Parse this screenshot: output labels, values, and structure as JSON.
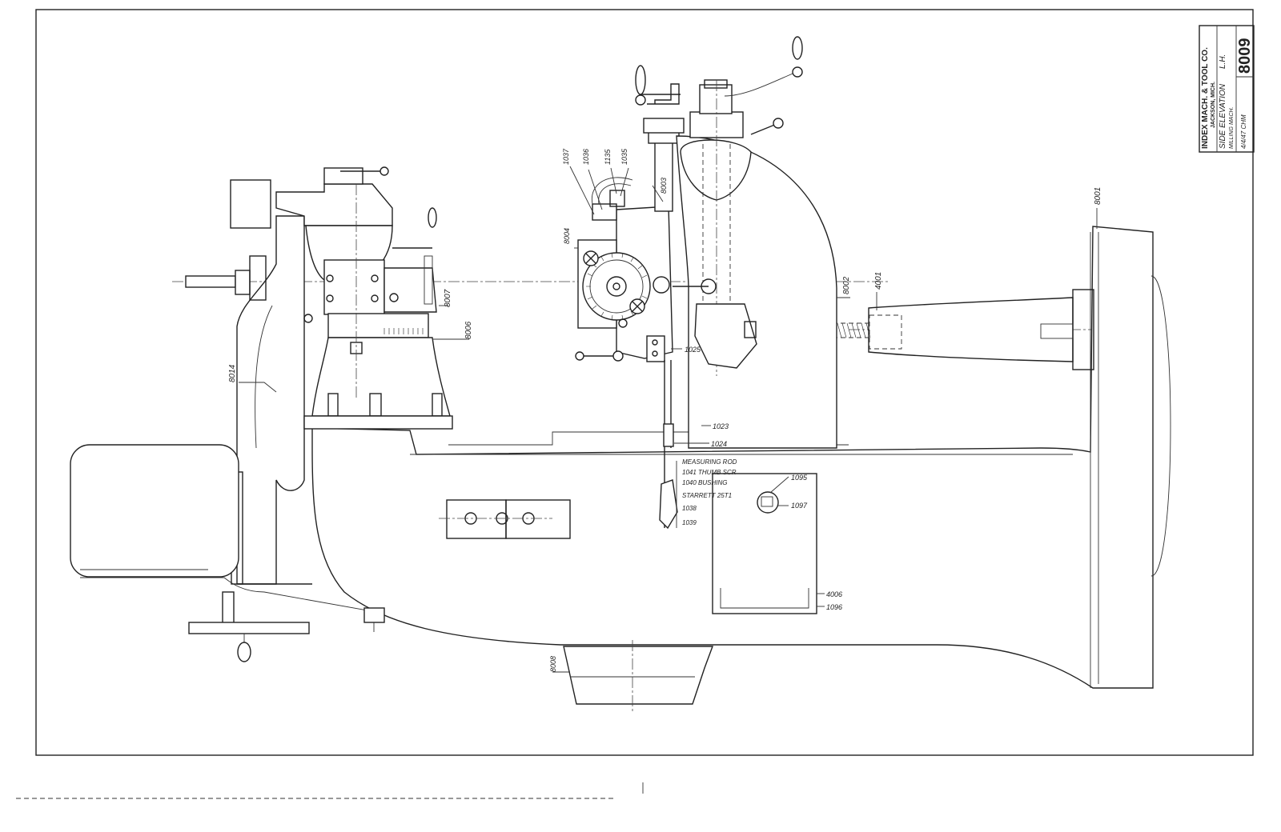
{
  "title_block": {
    "company": "INDEX MACH. & TOOL CO.",
    "city": "JACKSON, MICH.",
    "drawing_title": "SIDE ELEVATION",
    "view_code": "L.H.",
    "subtitle": "MILLING MACH.",
    "date_drawn": "4/4/47 CHM",
    "drawing_number": "8009"
  },
  "callouts": {
    "c8014": "8014",
    "c8007": "8007",
    "c8006": "8006",
    "c1037": "1037",
    "c1036": "1036",
    "c1135": "1135",
    "c1035": "1035",
    "c8003": "8003",
    "c8004": "8004",
    "c8002": "8002",
    "c4001": "4001",
    "c8001": "8001",
    "c1025": "1025",
    "c1023": "1023",
    "c1024": "1024",
    "measuring_rod": "MEASURING ROD",
    "thumb_scr": "1041 THUMB SCR",
    "bushing": "1040 BUSHING",
    "starrett": "STARRETT 25T1",
    "c1038": "1038",
    "c1039": "1039",
    "c1095": "1095",
    "c1097": "1097",
    "c4006": "4006",
    "c1096": "1096",
    "c8008": "8008"
  }
}
